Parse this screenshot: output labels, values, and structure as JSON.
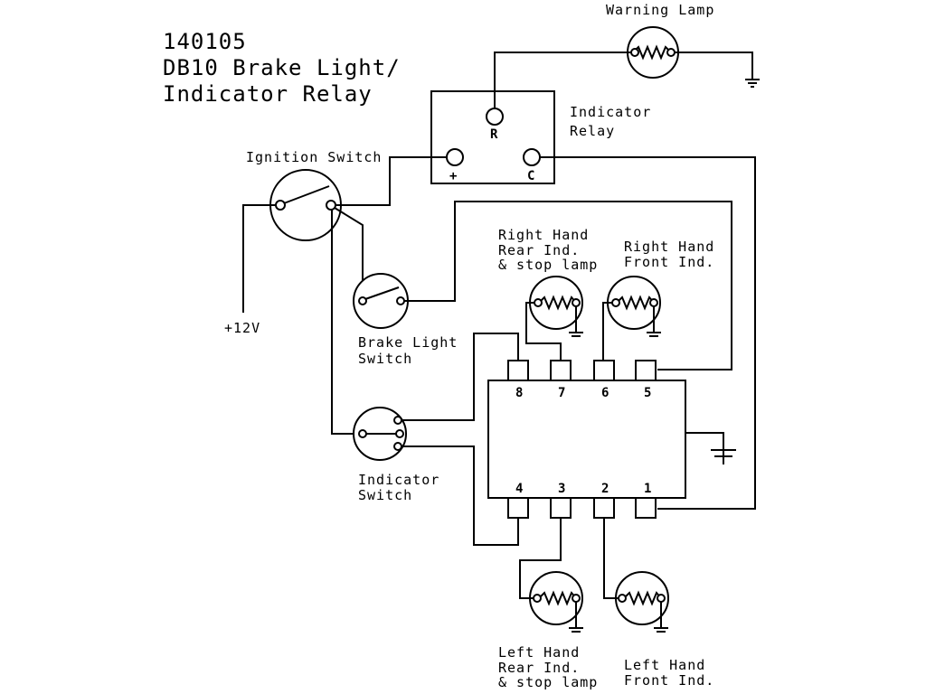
{
  "title": {
    "number": "140105",
    "line1": "DB10 Brake Light/",
    "line2": "Indicator Relay"
  },
  "components": {
    "warning_lamp": {
      "label": "Warning Lamp"
    },
    "indicator_relay": {
      "label_line1": "Indicator",
      "label_line2": "Relay",
      "terminals": {
        "r": "R",
        "plus": "+",
        "c": "C"
      }
    },
    "ignition_switch": {
      "label": "Ignition Switch"
    },
    "supply": {
      "label": "+12V"
    },
    "brake_light_switch": {
      "label_line1": "Brake Light",
      "label_line2": "Switch"
    },
    "indicator_switch": {
      "label_line1": "Indicator",
      "label_line2": "Switch"
    },
    "rh_rear_lamp": {
      "label_line1": "Right Hand",
      "label_line2": "Rear Ind.",
      "label_line3": "& stop lamp"
    },
    "rh_front_lamp": {
      "label_line1": "Right Hand",
      "label_line2": "Front Ind."
    },
    "lh_rear_lamp": {
      "label_line1": "Left Hand",
      "label_line2": "Rear Ind.",
      "label_line3": "& stop lamp"
    },
    "lh_front_lamp": {
      "label_line1": "Left Hand",
      "label_line2": "Front Ind."
    },
    "relay_unit": {
      "top_pins": [
        "8",
        "7",
        "6",
        "5"
      ],
      "bottom_pins": [
        "4",
        "3",
        "2",
        "1"
      ]
    }
  }
}
